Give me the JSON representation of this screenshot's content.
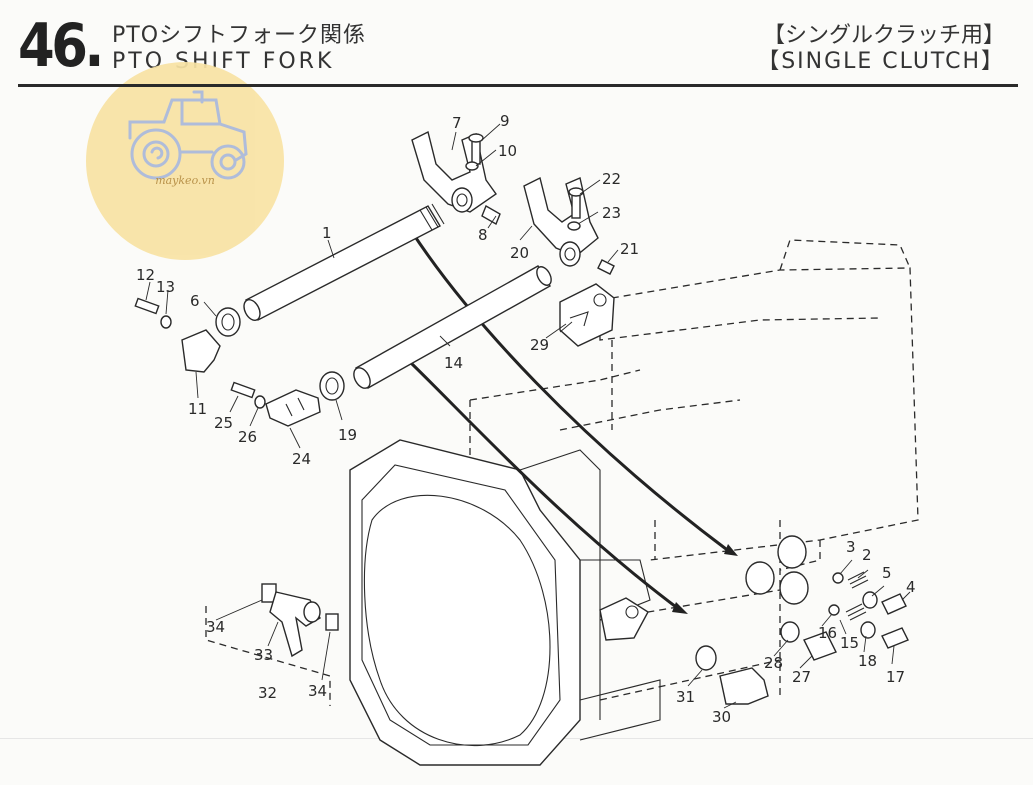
{
  "header": {
    "page_number": "46.",
    "title_jp": "PTOシフトフォーク関係",
    "title_en": "PTO SHIFT FORK",
    "variant_jp": "【シングルクラッチ用】",
    "variant_en": "【SINGLE CLUTCH】"
  },
  "watermark": {
    "text": "maykeo.vn",
    "icon": "tractor-icon"
  },
  "callouts": [
    {
      "id": "1",
      "label": "1"
    },
    {
      "id": "2",
      "label": "2"
    },
    {
      "id": "3",
      "label": "3"
    },
    {
      "id": "4",
      "label": "4"
    },
    {
      "id": "5",
      "label": "5"
    },
    {
      "id": "6",
      "label": "6"
    },
    {
      "id": "7",
      "label": "7"
    },
    {
      "id": "8",
      "label": "8"
    },
    {
      "id": "9",
      "label": "9"
    },
    {
      "id": "10",
      "label": "10"
    },
    {
      "id": "11",
      "label": "11"
    },
    {
      "id": "12",
      "label": "12"
    },
    {
      "id": "13",
      "label": "13"
    },
    {
      "id": "14",
      "label": "14"
    },
    {
      "id": "15",
      "label": "15"
    },
    {
      "id": "16",
      "label": "16"
    },
    {
      "id": "17",
      "label": "17"
    },
    {
      "id": "18",
      "label": "18"
    },
    {
      "id": "19",
      "label": "19"
    },
    {
      "id": "20",
      "label": "20"
    },
    {
      "id": "21",
      "label": "21"
    },
    {
      "id": "22",
      "label": "22"
    },
    {
      "id": "23",
      "label": "23"
    },
    {
      "id": "24",
      "label": "24"
    },
    {
      "id": "25",
      "label": "25"
    },
    {
      "id": "26",
      "label": "26"
    },
    {
      "id": "27",
      "label": "27"
    },
    {
      "id": "28",
      "label": "28"
    },
    {
      "id": "29",
      "label": "29"
    },
    {
      "id": "30",
      "label": "30"
    },
    {
      "id": "31",
      "label": "31"
    },
    {
      "id": "32",
      "label": "32"
    },
    {
      "id": "33",
      "label": "33"
    },
    {
      "id": "34a",
      "label": "34"
    },
    {
      "id": "34b",
      "label": "34"
    }
  ]
}
